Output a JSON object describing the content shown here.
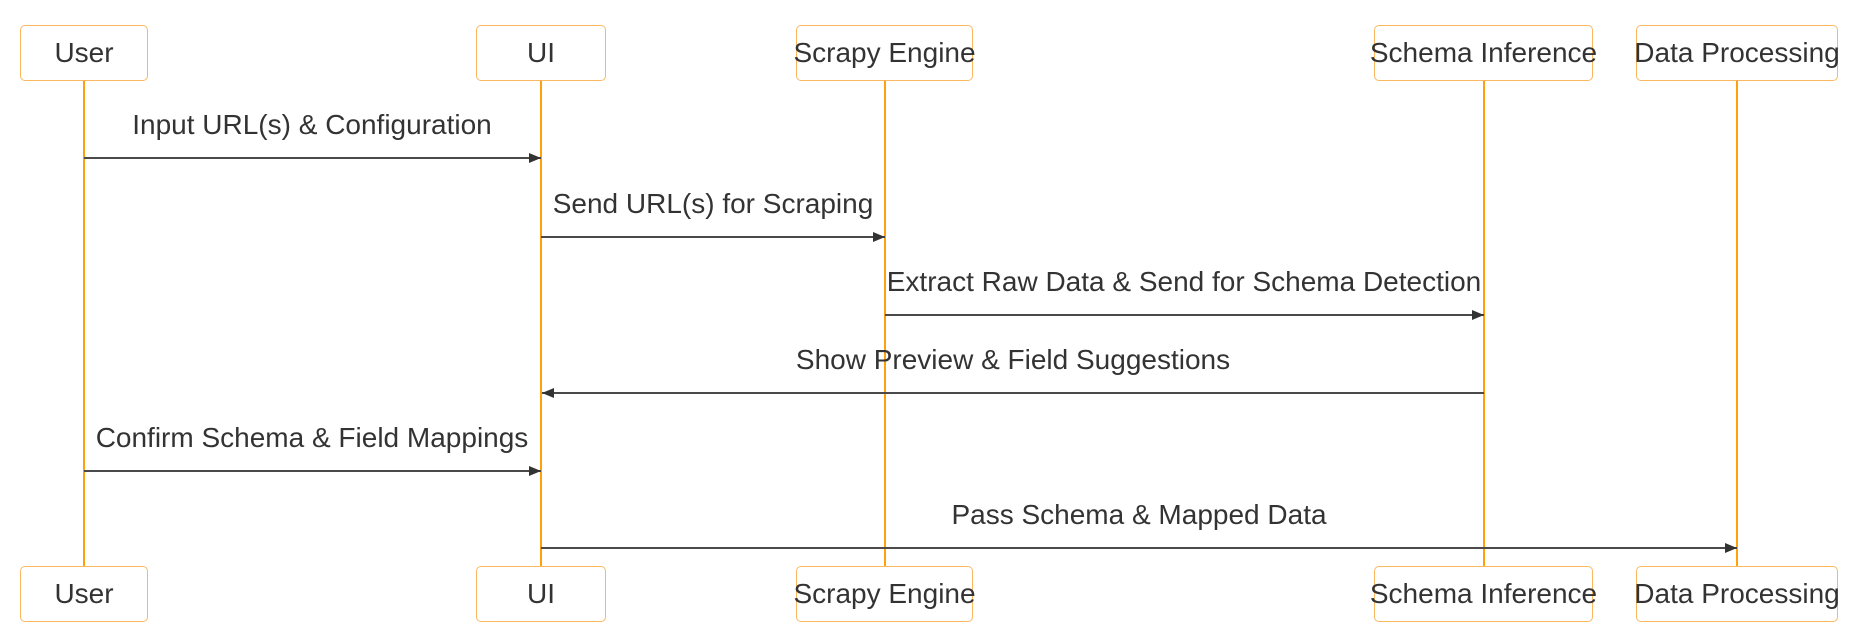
{
  "diagram_type": "sequence",
  "colors": {
    "background": "#FFFFFF",
    "actor_border": "#FBB860",
    "actor_fill": "#FFFFFF",
    "lifeline": "#FFA00D",
    "message_line": "#4A4A4A",
    "arrowhead": "#333333",
    "text": "#333333"
  },
  "actors": [
    {
      "id": "user",
      "name": "User"
    },
    {
      "id": "ui",
      "name": "UI"
    },
    {
      "id": "scrapy-engine",
      "name": "Scrapy Engine"
    },
    {
      "id": "schema-inference",
      "name": "Schema Inference"
    },
    {
      "id": "data-processing",
      "name": "Data Processing"
    }
  ],
  "messages": [
    {
      "from": "User",
      "to": "UI",
      "direction": "right",
      "label": "Input URL(s) & Configuration"
    },
    {
      "from": "UI",
      "to": "Scrapy Engine",
      "direction": "right",
      "label": "Send URL(s) for Scraping"
    },
    {
      "from": "Scrapy Engine",
      "to": "Schema Inference",
      "direction": "right",
      "label": "Extract Raw Data & Send for Schema Detection"
    },
    {
      "from": "Schema Inference",
      "to": "UI",
      "direction": "left",
      "label": "Show Preview & Field Suggestions"
    },
    {
      "from": "User",
      "to": "UI",
      "direction": "right",
      "label": "Confirm Schema & Field Mappings"
    },
    {
      "from": "UI",
      "to": "Data Processing",
      "direction": "right",
      "label": "Pass Schema & Mapped Data"
    }
  ]
}
